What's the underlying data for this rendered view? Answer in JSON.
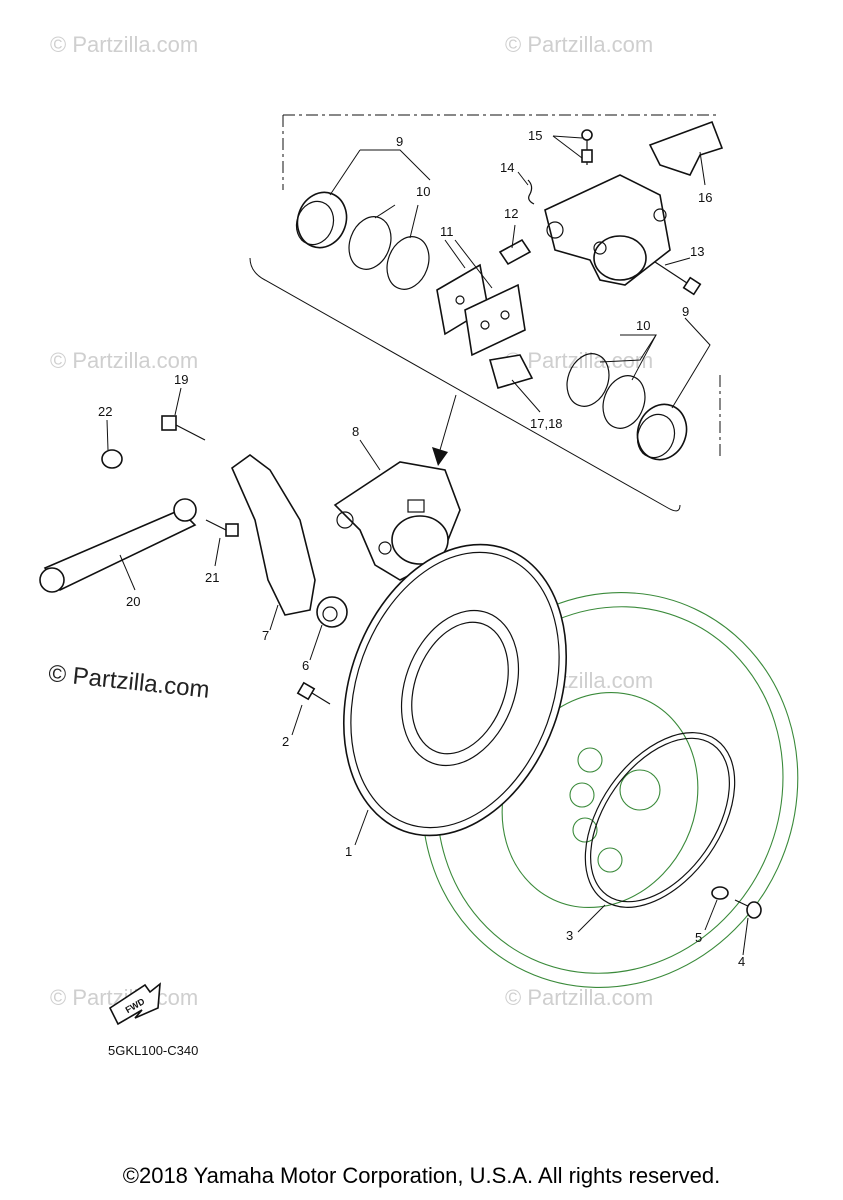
{
  "watermark_text": "© Partzilla.com",
  "watermark_main": "© Partzilla.com",
  "diagram_code": "5GKL100-C340",
  "fwd_label": "FWD",
  "copyright": "©2018 Yamaha Motor Corporation, U.S.A. All rights reserved.",
  "callouts": {
    "c1": "1",
    "c2": "2",
    "c3": "3",
    "c4": "4",
    "c5": "5",
    "c6": "6",
    "c7": "7",
    "c8": "8",
    "c9a": "9",
    "c9b": "9",
    "c10a": "10",
    "c10b": "10",
    "c11": "11",
    "c12": "12",
    "c13": "13",
    "c14": "14",
    "c15": "15",
    "c16": "16",
    "c1718": "17,18",
    "c19": "19",
    "c20": "20",
    "c21": "21",
    "c22": "22"
  },
  "colors": {
    "line": "#111111",
    "wheel": "#3a8a3a",
    "watermark": "#cfcfcf"
  }
}
